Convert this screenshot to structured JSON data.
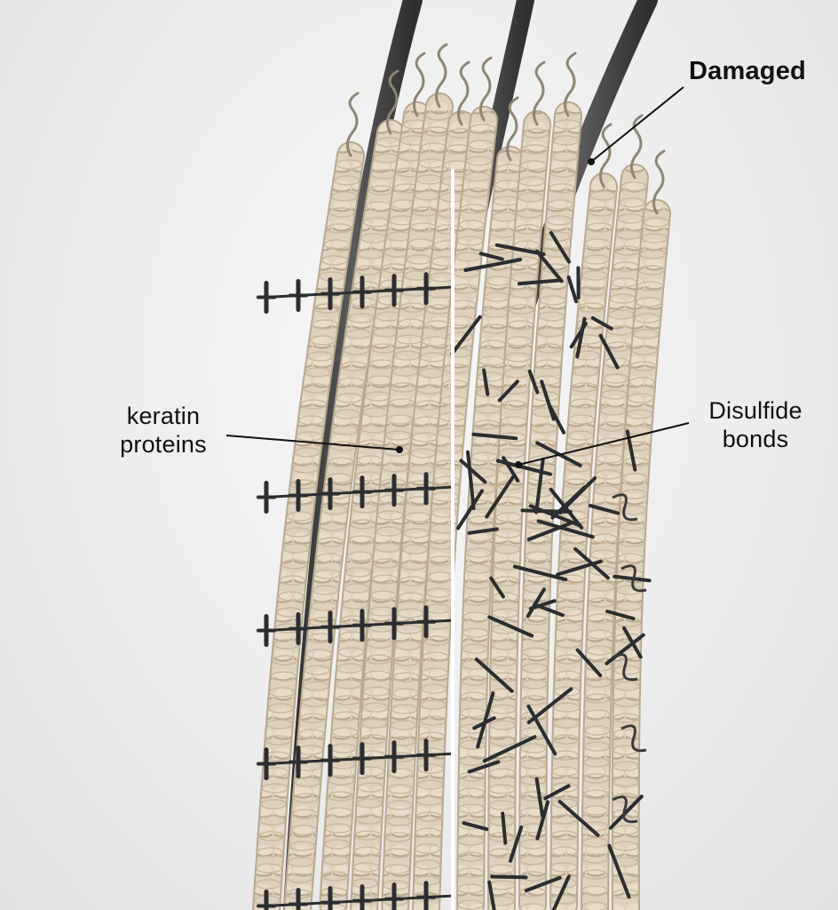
{
  "labels": {
    "damaged": "Damaged",
    "keratin_line1": "keratin",
    "keratin_line2": "proteins",
    "disulfide_line1": "Disulfide",
    "disulfide_line2": "bonds"
  },
  "colors": {
    "background": "#ececec",
    "keratin_coil": "#ddd0bd",
    "keratin_shadow": "#b9a88f",
    "cortex_fiber": "#4a4a4a",
    "bond": "#2b2d2f",
    "divider": "#ffffff",
    "label_text": "#111111"
  },
  "icons": {
    "leader_dot": "dot-marker-icon"
  }
}
